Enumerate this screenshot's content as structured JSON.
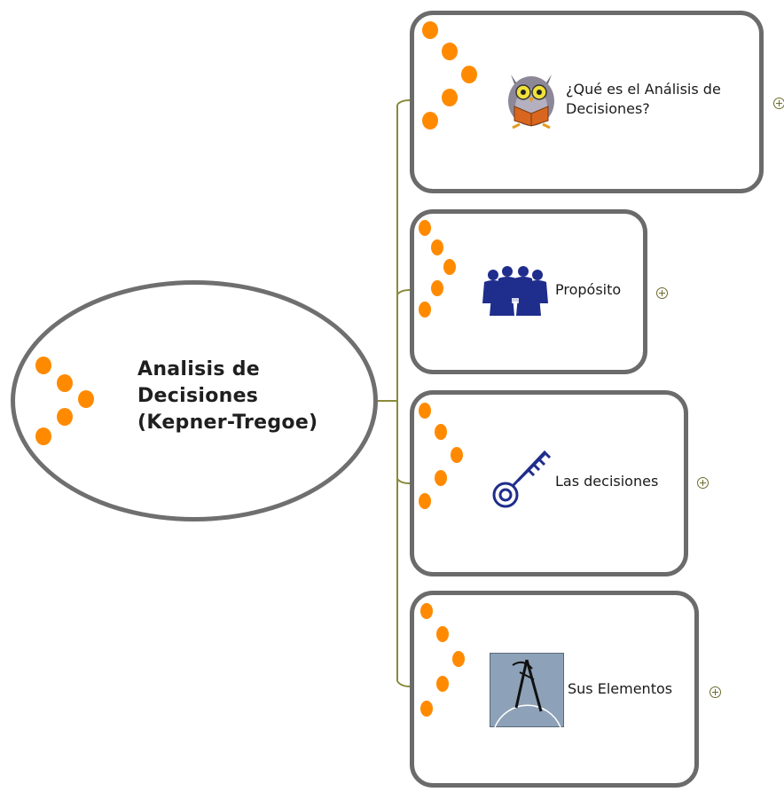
{
  "root": {
    "title": "Analisis de\nDecisiones\n(Kepner-Tregoe)"
  },
  "branches": [
    {
      "label": "¿Qué es el Análisis de\nDecisiones?",
      "icon": "owl-reading-icon",
      "collapsed": true
    },
    {
      "label": "Propósito",
      "icon": "people-group-icon",
      "collapsed": true
    },
    {
      "label": "Las decisiones",
      "icon": "key-icon",
      "collapsed": true
    },
    {
      "label": "Sus Elementos",
      "icon": "compass-drawing-icon",
      "collapsed": true
    }
  ],
  "colors": {
    "border": "#6b6b6b",
    "accent_dots": "#ff8a00",
    "connector": "#8a8a3a",
    "icon_blue": "#1f2d8c"
  }
}
